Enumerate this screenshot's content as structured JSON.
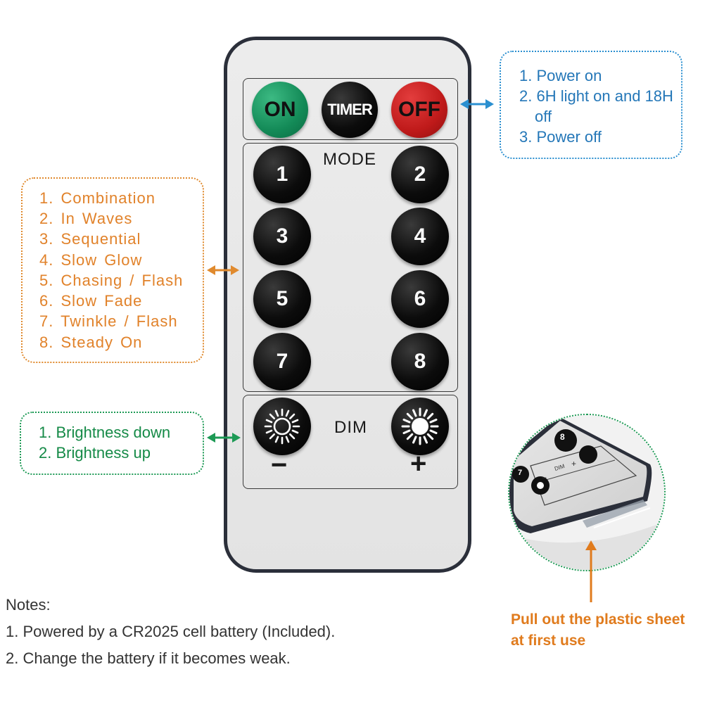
{
  "remote": {
    "top_buttons": [
      {
        "label": "ON",
        "color": "#138a57"
      },
      {
        "label": "TIMER",
        "color": "#000000"
      },
      {
        "label": "OFF",
        "color": "#bf1a1a"
      }
    ],
    "mode_label": "MODE",
    "mode_buttons": [
      "1",
      "2",
      "3",
      "4",
      "5",
      "6",
      "7",
      "8"
    ],
    "dim_label": "DIM",
    "dim_minus": "−",
    "dim_plus": "+",
    "dim_down_icon": "sun-dim-icon",
    "dim_up_icon": "sun-bright-icon"
  },
  "power_callout": {
    "lines": [
      "1. Power on",
      "2. 6H light on and 18H",
      "off",
      "3. Power off"
    ]
  },
  "mode_callout": {
    "lines": [
      "1. Combination",
      "2. In Waves",
      "3. Sequential",
      "4. Slow Glow",
      "5. Chasing / Flash",
      "6. Slow Fade",
      "7. Twinkle / Flash",
      "8. Steady On"
    ]
  },
  "dim_callout": {
    "lines": [
      "1. Brightness down",
      "2. Brightness up"
    ]
  },
  "notes": {
    "title": "Notes:",
    "items": [
      "1. Powered by a CR2025 cell battery (Included).",
      "2. Change the battery if it becomes weak."
    ]
  },
  "battery_tip": {
    "lines": [
      "Pull out the plastic sheet",
      "at first use"
    ],
    "inset": {
      "number": "8",
      "minus": "−",
      "plus": "+",
      "dim": "DIM",
      "seven": "7"
    }
  },
  "colors": {
    "blue": "#2a8fd0",
    "orange": "#e08a2e",
    "green": "#1d9a55"
  }
}
